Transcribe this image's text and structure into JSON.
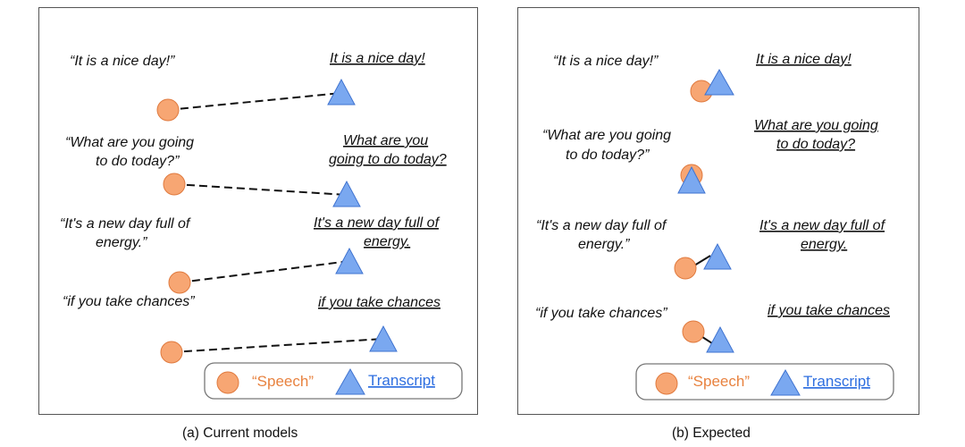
{
  "panels": [
    {
      "caption": "(a) Current models",
      "pairs": [
        {
          "speech_lines": [
            "“It is a nice day!”"
          ],
          "transcript_lines": [
            "It is a nice day!"
          ]
        },
        {
          "speech_lines": [
            "“What are you going",
            "to do today?”"
          ],
          "transcript_lines": [
            "What are you",
            "going to do today?"
          ]
        },
        {
          "speech_lines": [
            "“It's a new day full of",
            "energy.”"
          ],
          "transcript_lines": [
            "It's a new day full of",
            "energy."
          ]
        },
        {
          "speech_lines": [
            "“if you take chances”"
          ],
          "transcript_lines": [
            "if you take chances"
          ]
        }
      ],
      "legend": {
        "speech_label": "“Speech”",
        "transcript_label": "Transcript"
      }
    },
    {
      "caption": "(b) Expected",
      "pairs": [
        {
          "speech_lines": [
            "“It is a nice day!”"
          ],
          "transcript_lines": [
            "It is a nice day!"
          ]
        },
        {
          "speech_lines": [
            "“What are you going",
            "to do today?”"
          ],
          "transcript_lines": [
            "What are you going",
            "to do today?"
          ]
        },
        {
          "speech_lines": [
            "“It's a new day full of",
            "energy.”"
          ],
          "transcript_lines": [
            "It's a new day full of",
            "energy."
          ]
        },
        {
          "speech_lines": [
            "“if you take chances”"
          ],
          "transcript_lines": [
            "if you take chances"
          ]
        }
      ],
      "legend": {
        "speech_label": "“Speech”",
        "transcript_label": "Transcript"
      }
    }
  ],
  "colors": {
    "speech": "#f7a673",
    "speech_stroke": "#e07a3e",
    "transcript": "#7aa8f0",
    "transcript_stroke": "#3f73d0",
    "link": "#111111"
  }
}
